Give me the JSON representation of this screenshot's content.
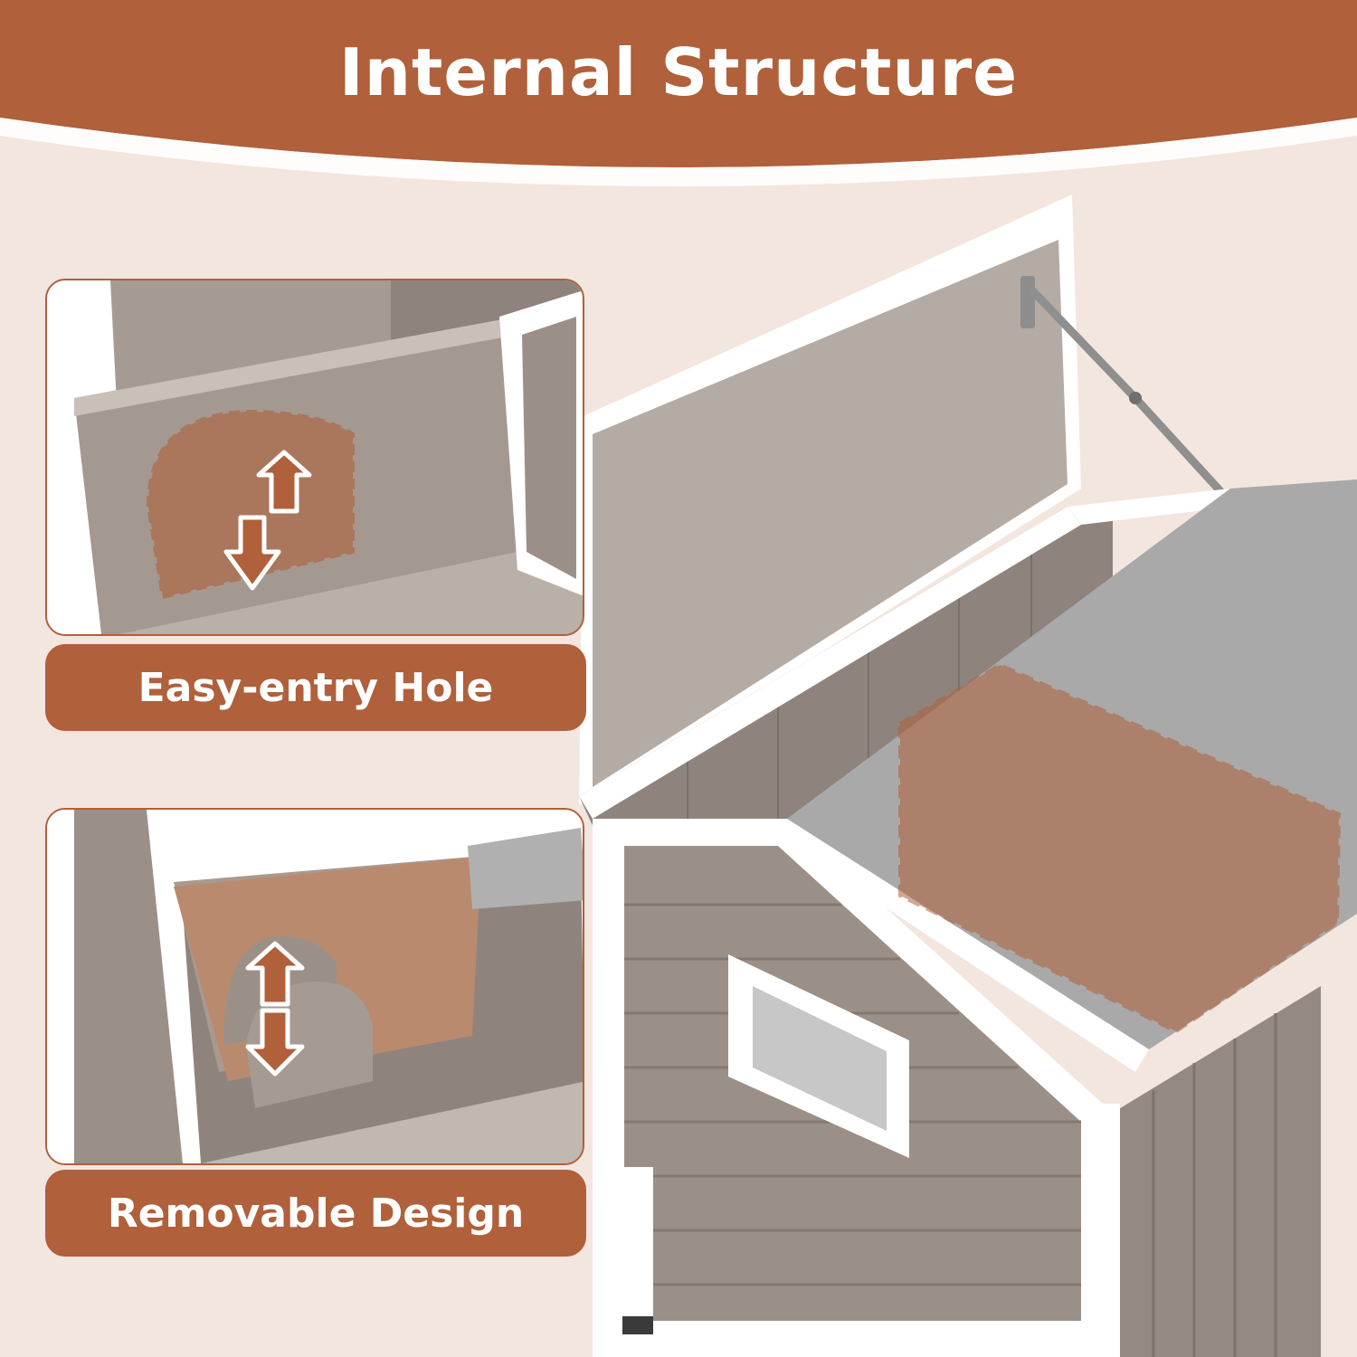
{
  "header": {
    "title": "Internal Structure"
  },
  "features": [
    {
      "label": "Easy-entry Hole"
    },
    {
      "label": "Removable Design"
    }
  ],
  "colors": {
    "accent": "#b0603a",
    "background": "#f3e6df",
    "wood_gray": "#9b9088",
    "roof_gray": "#a9a9a9",
    "frame_white": "#ffffff"
  },
  "icons": [
    "up-arrow-icon",
    "down-arrow-icon"
  ]
}
